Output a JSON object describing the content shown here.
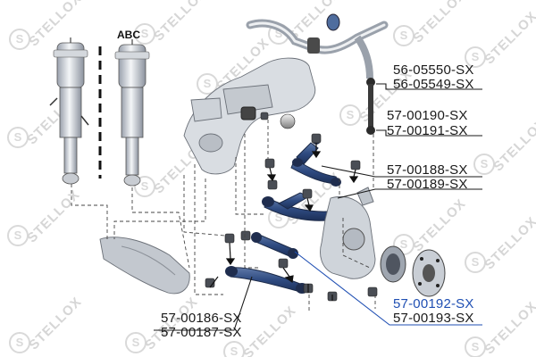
{
  "watermark": {
    "text": "STELLOX",
    "seal": "S",
    "color": "#d6d6d6"
  },
  "diagram": {
    "strut_label": "ABC",
    "highlight_color": "#1f4fb3",
    "line_color": "#1a1a1a"
  },
  "part_numbers": {
    "stabilizer_link_a": "56-05550-SX",
    "stabilizer_link_b": "56-05549-SX",
    "upper_arm_a": "57-00190-SX",
    "upper_arm_b": "57-00191-SX",
    "camber_arm_a": "57-00188-SX",
    "camber_arm_b": "57-00189-SX",
    "toe_link_a": "57-00192-SX",
    "toe_link_b": "57-00193-SX",
    "lower_arm_a": "57-00186-SX",
    "lower_arm_b": "57-00187-SX"
  }
}
